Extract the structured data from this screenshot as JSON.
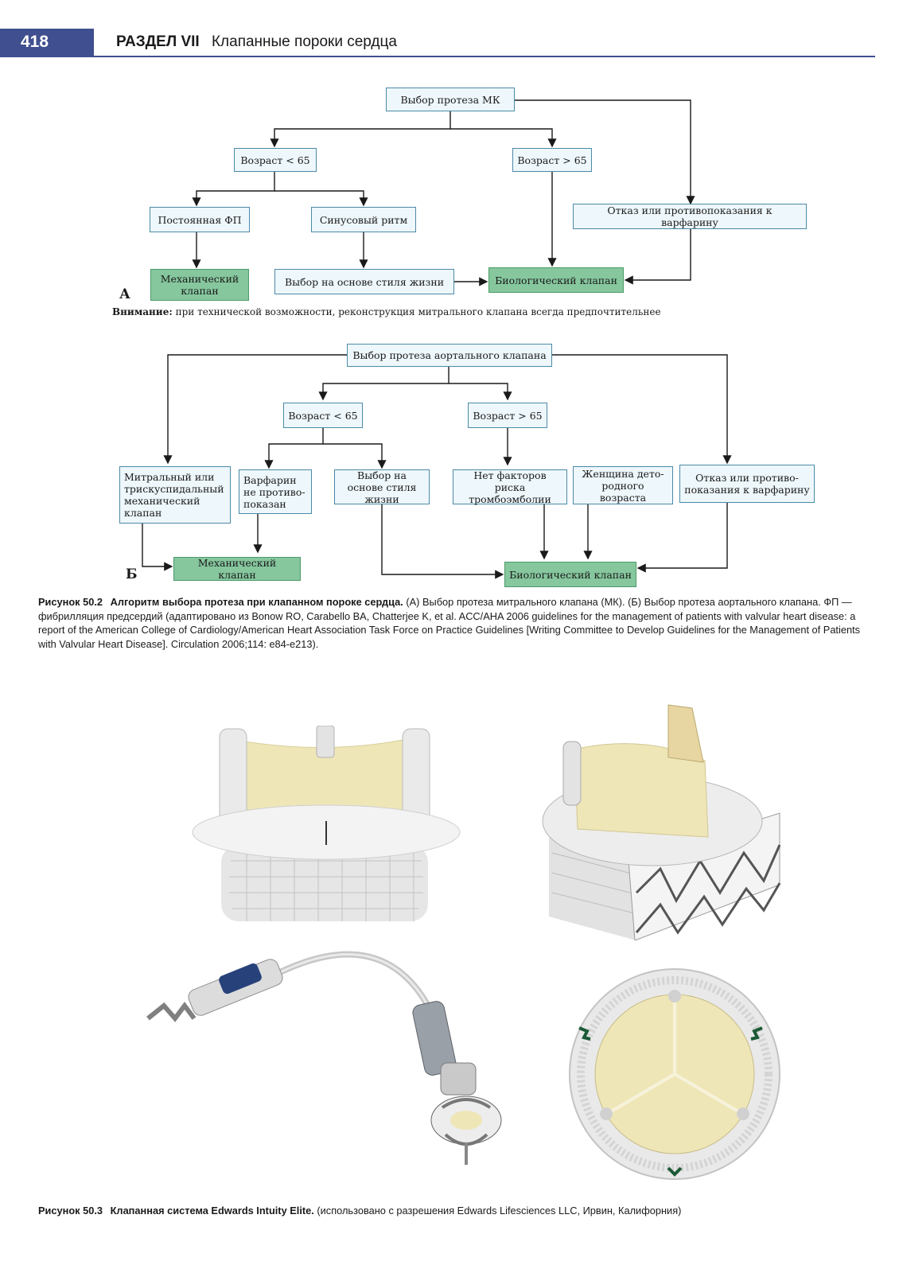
{
  "header": {
    "page_number": "418",
    "section": "РАЗДЕЛ VII",
    "title": "Клапанные пороки сердца"
  },
  "diagram_a": {
    "letter": "А",
    "nodes": {
      "root": "Выбор протеза МК",
      "age_lt": "Возраст < 65",
      "age_gt": "Возраст > 65",
      "af": "Постоянная ФП",
      "sinus": "Синусовый ритм",
      "refuse": "Отказ или противопоказания к варфарину",
      "mech": "Механический клапан",
      "lifestyle": "Выбор на основе стиля жизни",
      "bio": "Биологический клапан"
    },
    "note_label": "Внимание:",
    "note_text": "при технической возможности, реконструкция митрального клапана всегда предпочтительнее"
  },
  "diagram_b": {
    "letter": "Б",
    "nodes": {
      "root": "Выбор протеза аортального клапана",
      "age_lt": "Возраст < 65",
      "age_gt": "Возраст > 65",
      "mitral": "Митральный или трискуспидальный механический клапан",
      "warfarin": "Варфарин не противо-показан",
      "lifestyle": "Выбор на основе стиля жизни",
      "no_risk": "Нет факторов риска тромбоэмболии",
      "woman": "Женщина дето-родного возраста",
      "refuse": "Отказ или противо-показания к варфарину",
      "mech": "Механический клапан",
      "bio": "Биологический клапан"
    }
  },
  "figure_50_2": {
    "label": "Рисунок 50.2",
    "title": "Алгоритм выбора протеза при клапанном пороке сердца.",
    "text": "(А) Выбор протеза митрального клапана (МК). (Б) Выбор протеза аортального клапана. ФП — фибрилляция предсердий (адаптировано из Bonow RO, Carabello BA, Chatterjee K, et al. ACC/AHA 2006 guidelines for the management of patients with valvular heart disease: a report of the American College of Cardiology/American Heart Association Task Force on Practice Guidelines [Writing Committee to Develop Guidelines for the Management of Patients with Valvular Heart Disease]. Circulation 2006;114: e84-e213)."
  },
  "figure_50_3": {
    "label": "Рисунок 50.3",
    "title": "Клапанная система Edwards Intuity Elite.",
    "text": "(использовано с разрешения Edwards Lifesciences LLC, Ирвин, Калифорния)"
  },
  "colors": {
    "box_border": "#4b8aa8",
    "box_fill": "#eef7fb",
    "green_fill": "#86c79e",
    "header_bar": "#3f4f8f"
  }
}
